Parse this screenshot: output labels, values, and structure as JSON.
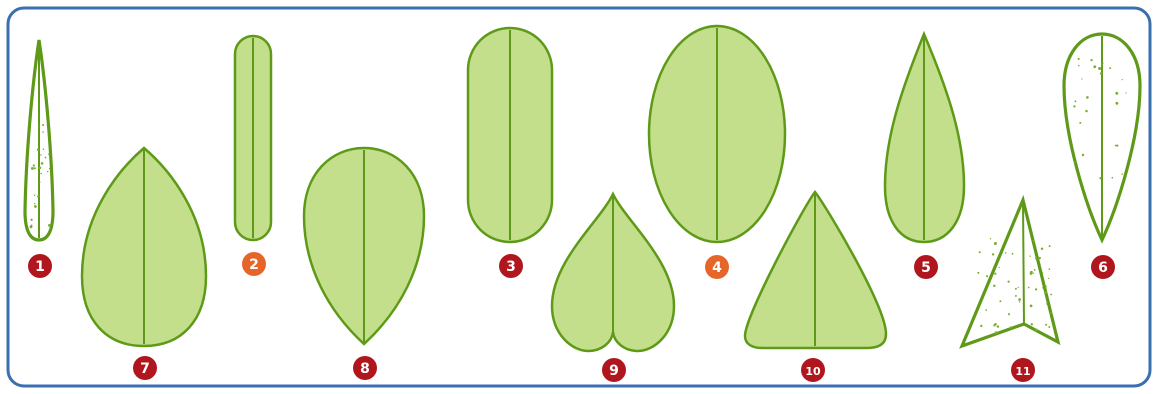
{
  "colors": {
    "frame_border": "#3a6fb0",
    "leaf_fill": "#c3df8c",
    "leaf_stroke": "#5e9a18",
    "badge_red": "#b0161d",
    "badge_orange": "#e6662a"
  },
  "leaves": [
    {
      "number": "1",
      "shape": "linear-needle",
      "style": "speckled-outline",
      "badge_color": "red"
    },
    {
      "number": "2",
      "shape": "linear-strap",
      "style": "filled",
      "badge_color": "orange"
    },
    {
      "number": "3",
      "shape": "oblong",
      "style": "filled",
      "badge_color": "red"
    },
    {
      "number": "4",
      "shape": "elliptic",
      "style": "filled",
      "badge_color": "orange"
    },
    {
      "number": "5",
      "shape": "lanceolate",
      "style": "filled",
      "badge_color": "red"
    },
    {
      "number": "6",
      "shape": "oblanceolate",
      "style": "speckled-outline",
      "badge_color": "red"
    },
    {
      "number": "7",
      "shape": "ovate",
      "style": "filled",
      "badge_color": "red"
    },
    {
      "number": "8",
      "shape": "obovate",
      "style": "filled",
      "badge_color": "red"
    },
    {
      "number": "9",
      "shape": "cordate",
      "style": "filled",
      "badge_color": "red"
    },
    {
      "number": "10",
      "shape": "deltoid",
      "style": "filled",
      "badge_color": "red"
    },
    {
      "number": "11",
      "shape": "sagittate",
      "style": "speckled-outline",
      "badge_color": "red"
    }
  ]
}
